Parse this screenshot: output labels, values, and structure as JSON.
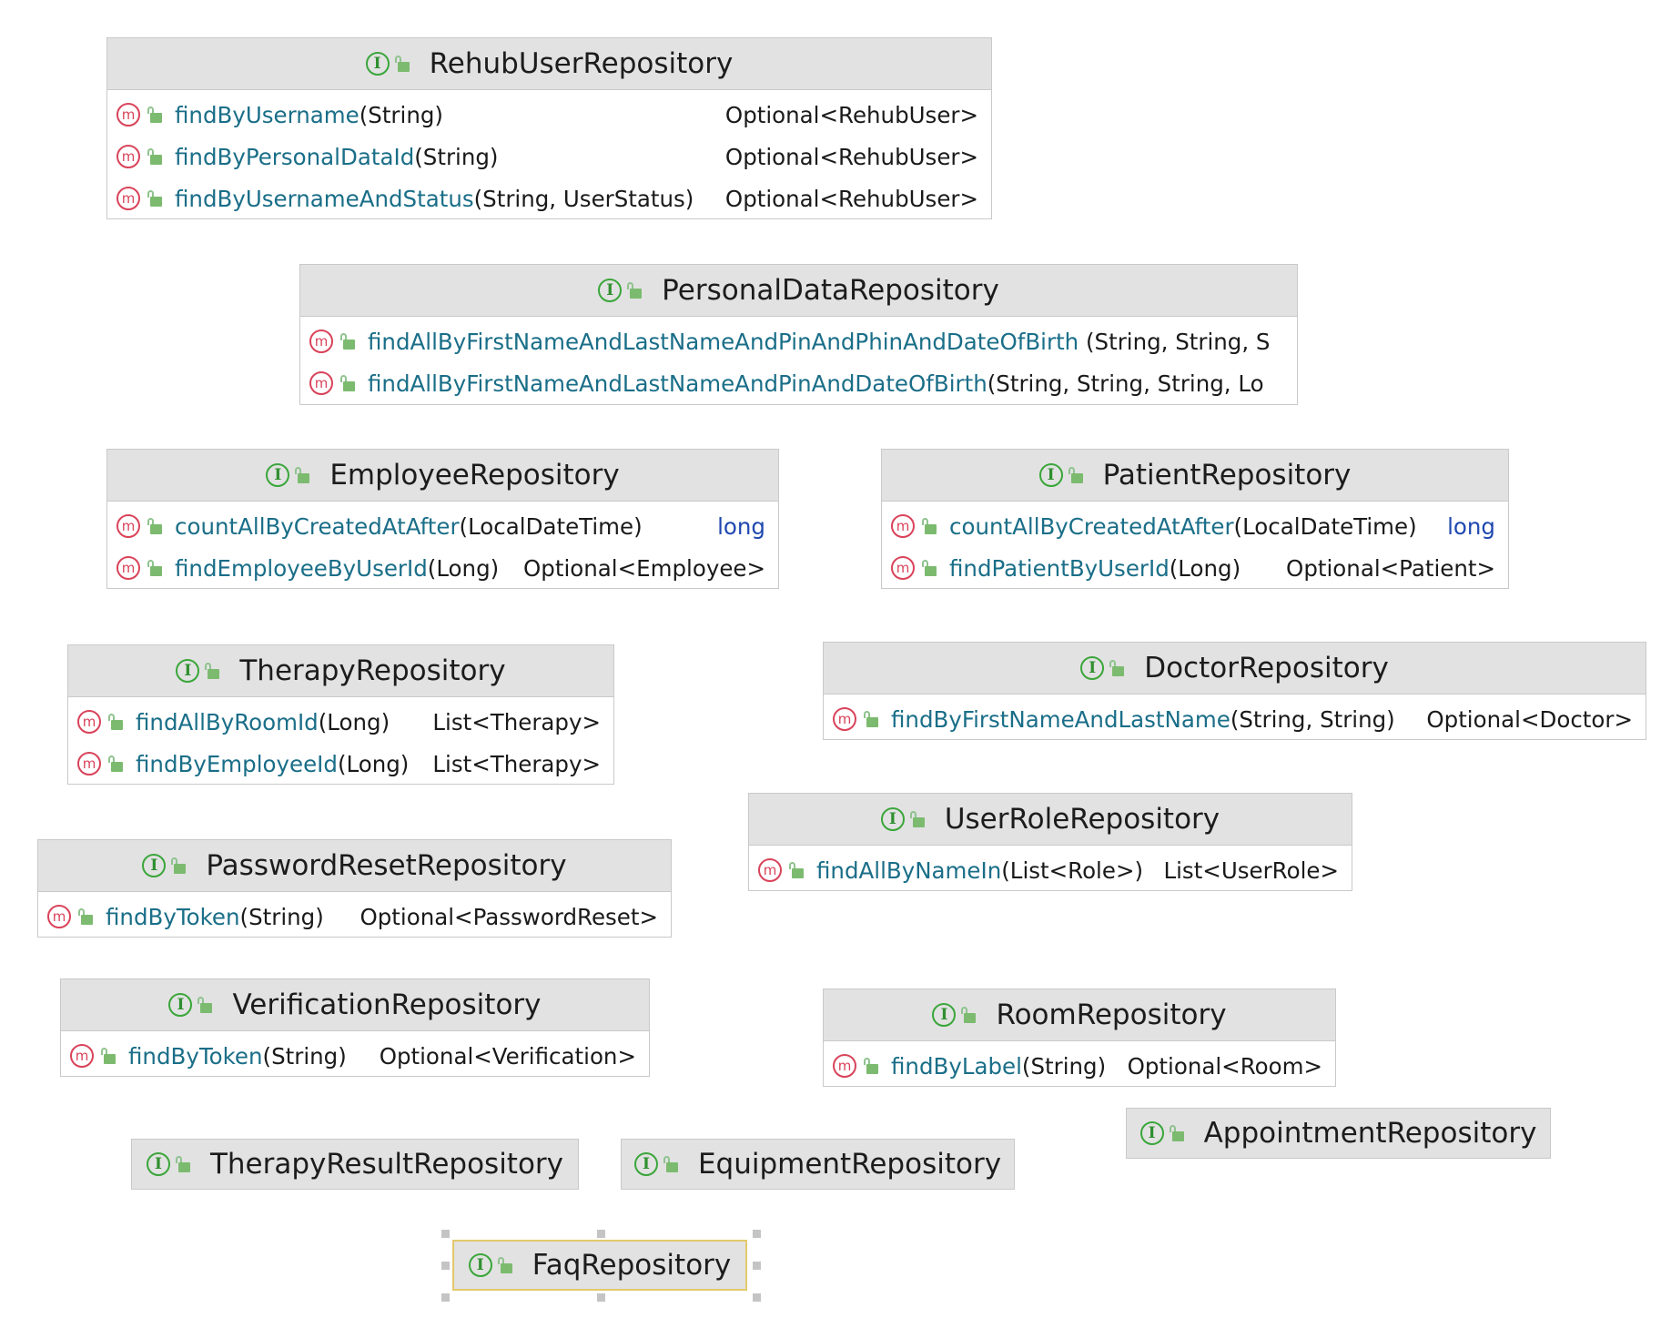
{
  "diagram": {
    "boxes": [
      {
        "id": "rehub-user-repository",
        "name": "RehubUserRepository",
        "methods": [
          {
            "name": "findByUsername",
            "params": "(String)",
            "returns": "Optional<RehubUser>",
            "primitive": false
          },
          {
            "name": "findByPersonalDataId",
            "params": "(String)",
            "returns": "Optional<RehubUser>",
            "primitive": false
          },
          {
            "name": "findByUsernameAndStatus",
            "params": "(String, UserStatus)",
            "returns": "Optional<RehubUser>",
            "primitive": false
          }
        ]
      },
      {
        "id": "personal-data-repository",
        "name": "PersonalDataRepository",
        "methods": [
          {
            "name": "findAllByFirstNameAndLastNameAndPinAndPhinAndDateOfBirth",
            "params": " (String, String, S",
            "returns": "",
            "primitive": false
          },
          {
            "name": "findAllByFirstNameAndLastNameAndPinAndDateOfBirth",
            "params": "(String, String, String, Lo",
            "returns": "",
            "primitive": false
          }
        ]
      },
      {
        "id": "employee-repository",
        "name": "EmployeeRepository",
        "methods": [
          {
            "name": "countAllByCreatedAtAfter",
            "params": "(LocalDateTime)",
            "returns": "long",
            "primitive": true
          },
          {
            "name": "findEmployeeByUserId",
            "params": "(Long)",
            "returns": "Optional<Employee>",
            "primitive": false
          }
        ]
      },
      {
        "id": "patient-repository",
        "name": "PatientRepository",
        "methods": [
          {
            "name": "countAllByCreatedAtAfter",
            "params": "(LocalDateTime)",
            "returns": "long",
            "primitive": true
          },
          {
            "name": "findPatientByUserId",
            "params": "(Long)",
            "returns": "Optional<Patient>",
            "primitive": false
          }
        ]
      },
      {
        "id": "therapy-repository",
        "name": "TherapyRepository",
        "methods": [
          {
            "name": "findAllByRoomId",
            "params": "(Long)",
            "returns": "List<Therapy>",
            "primitive": false
          },
          {
            "name": "findByEmployeeId",
            "params": "(Long)",
            "returns": "List<Therapy>",
            "primitive": false
          }
        ]
      },
      {
        "id": "doctor-repository",
        "name": "DoctorRepository",
        "methods": [
          {
            "name": "findByFirstNameAndLastName",
            "params": "(String, String)",
            "returns": "Optional<Doctor>",
            "primitive": false
          }
        ]
      },
      {
        "id": "user-role-repository",
        "name": "UserRoleRepository",
        "methods": [
          {
            "name": "findAllByNameIn",
            "params": "(List<Role>)",
            "returns": "List<UserRole>",
            "primitive": false
          }
        ]
      },
      {
        "id": "password-reset-repository",
        "name": "PasswordResetRepository",
        "methods": [
          {
            "name": "findByToken",
            "params": "(String)",
            "returns": "Optional<PasswordReset>",
            "primitive": false
          }
        ]
      },
      {
        "id": "verification-repository",
        "name": "VerificationRepository",
        "methods": [
          {
            "name": "findByToken",
            "params": "(String)",
            "returns": "Optional<Verification>",
            "primitive": false
          }
        ]
      },
      {
        "id": "room-repository",
        "name": "RoomRepository",
        "methods": [
          {
            "name": "findByLabel",
            "params": "(String)",
            "returns": "Optional<Room>",
            "primitive": false
          }
        ]
      },
      {
        "id": "appointment-repository",
        "name": "AppointmentRepository",
        "methods": []
      },
      {
        "id": "therapy-result-repository",
        "name": "TherapyResultRepository",
        "methods": []
      },
      {
        "id": "equipment-repository",
        "name": "EquipmentRepository",
        "methods": []
      },
      {
        "id": "faq-repository",
        "name": "FaqRepository",
        "methods": [],
        "selected": true
      }
    ]
  },
  "icons": {
    "interface": "interface-icon",
    "method": "method-icon",
    "visibility": "public-lock-icon"
  },
  "colors": {
    "method_name": "#1a6e88",
    "primitive_type": "#1f48b0",
    "interface_icon": "#3aa63a",
    "method_icon": "#d9435a",
    "header_bg": "#e2e2e2",
    "selection": "#e2c96b"
  }
}
